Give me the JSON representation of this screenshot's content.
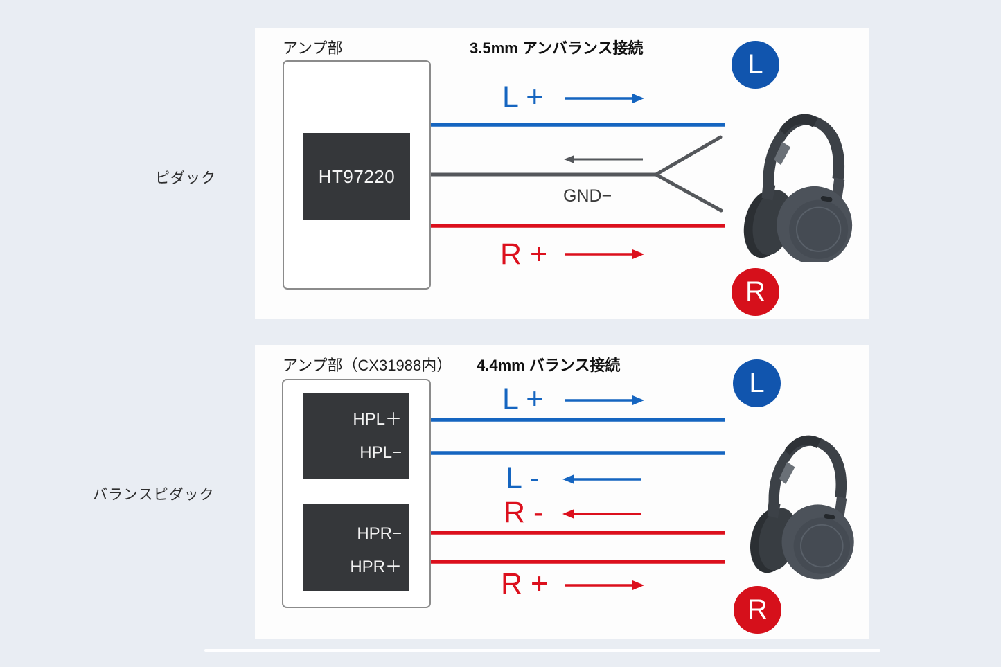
{
  "page": {
    "background": "#e9edf3"
  },
  "colors": {
    "page-bg": "#e9edf3",
    "panel-bg": "#fdfdfd",
    "blue": "#1565c0",
    "red": "#dc101d",
    "gray-wire": "#54575b",
    "chip-bg": "#35373a",
    "badge-blue": "#1155ae",
    "badge-red": "#d6101b",
    "box-border": "#8b8b8b",
    "text-dark": "#2d2d2d"
  },
  "side_labels": {
    "dac": "ピダック",
    "balanced_dac": "バランスピダック"
  },
  "unbalanced": {
    "amp_label": "アンプ部",
    "title": "3.5mm アンバランス接続",
    "chip": "HT97220",
    "signals": {
      "l_plus": "L +",
      "gnd": "GND−",
      "r_plus": "R +"
    },
    "channel_badges": {
      "left": "L",
      "right": "R"
    }
  },
  "balanced": {
    "amp_label": "アンプ部（CX31988内）",
    "title": "4.4mm バランス接続",
    "pins": {
      "hpl_plus": "HPL＋",
      "hpl_minus": "HPL−",
      "hpr_minus": "HPR−",
      "hpr_plus": "HPR＋"
    },
    "signals": {
      "l_plus": "L +",
      "l_minus": "L -",
      "r_minus": "R -",
      "r_plus": "R +"
    },
    "channel_badges": {
      "left": "L",
      "right": "R"
    }
  }
}
